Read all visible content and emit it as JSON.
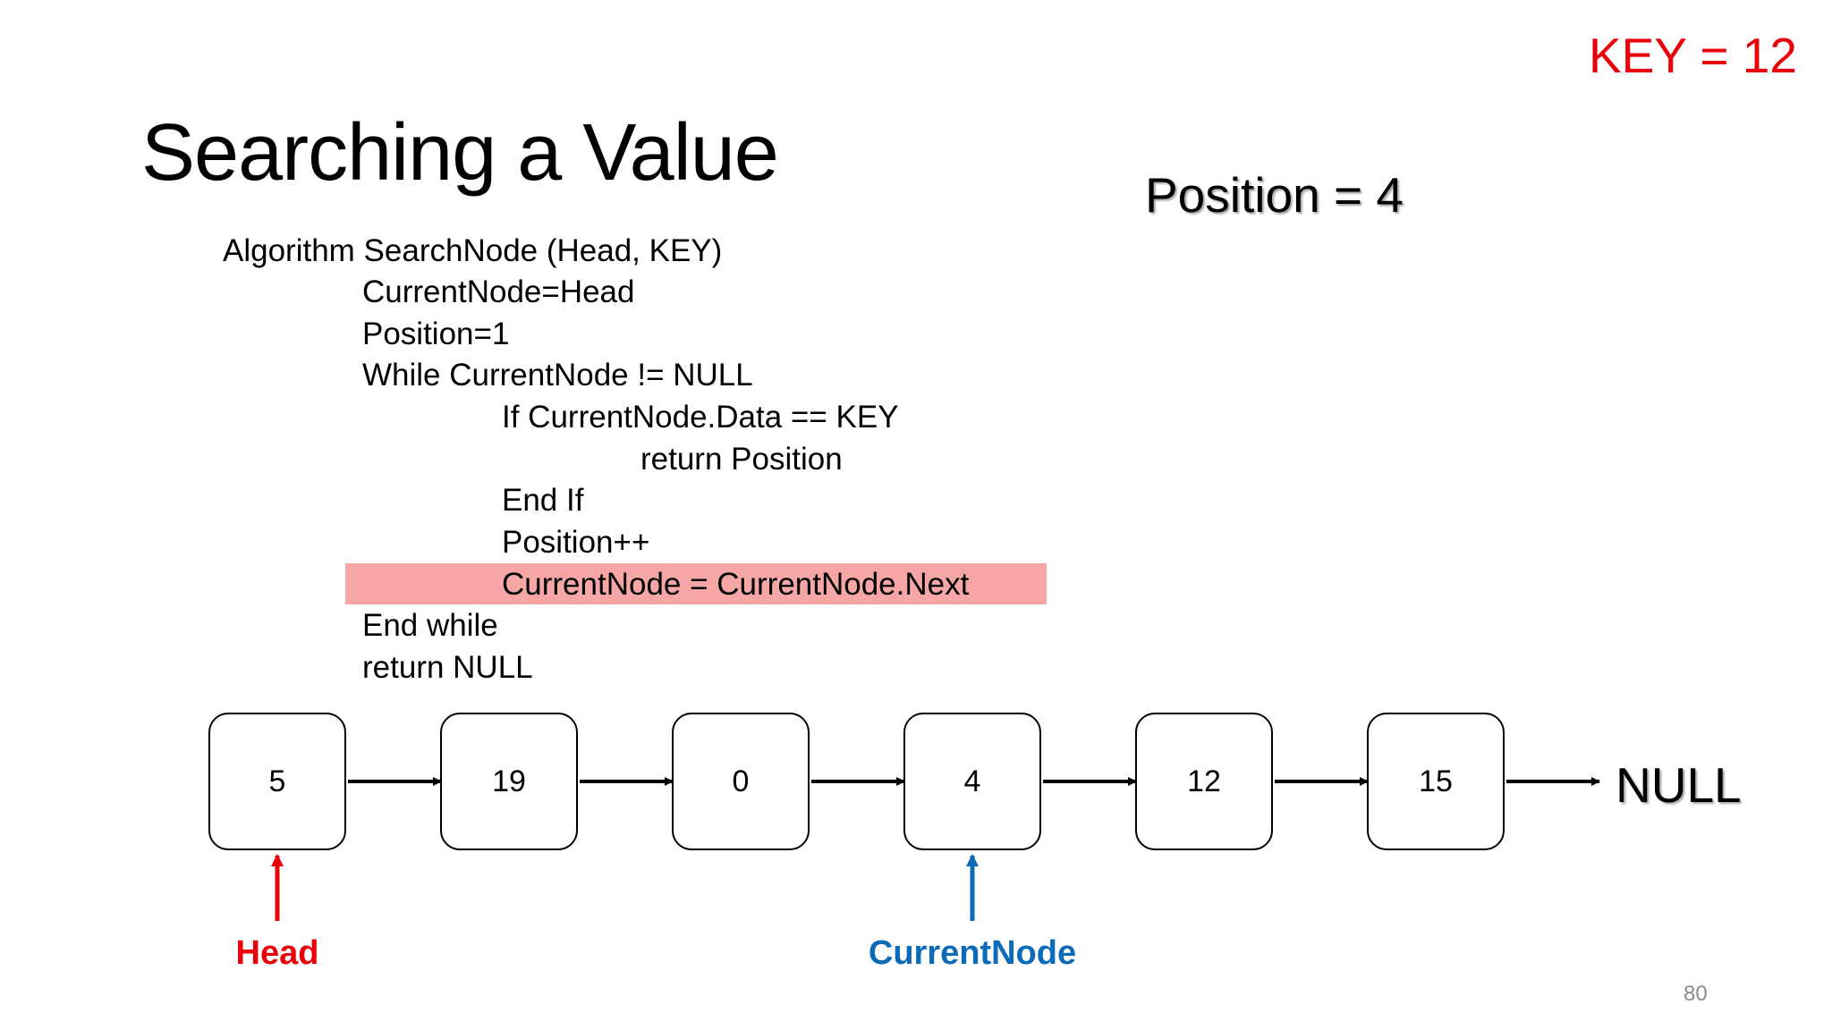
{
  "key_label": "KEY = 12",
  "title": "Searching a Value",
  "position_label": "Position = 4",
  "code": [
    "Algorithm SearchNode (Head, KEY)",
    "CurrentNode=Head",
    "Position=1",
    "While CurrentNode != NULL",
    "If CurrentNode.Data == KEY",
    "return Position",
    "End If",
    "Position++",
    "CurrentNode = CurrentNode.Next",
    "End while",
    "return NULL"
  ],
  "highlighted_line_index": 8,
  "nodes": [
    "5",
    "19",
    "0",
    "4",
    "12",
    "15"
  ],
  "null_label": "NULL",
  "head_label": "Head",
  "current_label": "CurrentNode",
  "head_node_index": 0,
  "current_node_index": 3,
  "colors": {
    "head": "#e8000b",
    "current": "#0c6bb8",
    "key": "#e8000b",
    "highlight": "#f7a6a6"
  },
  "page_number": "80"
}
